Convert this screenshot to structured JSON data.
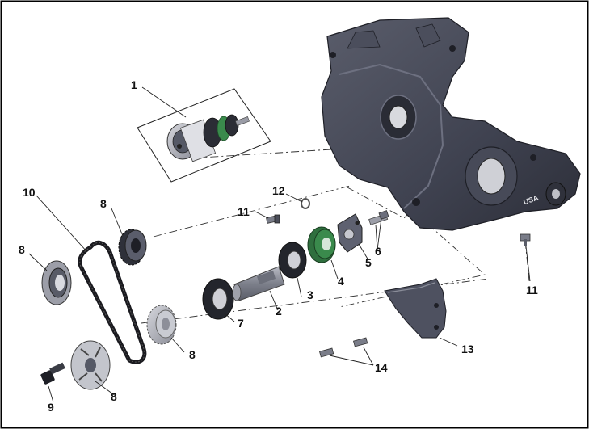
{
  "diagram": {
    "title": "",
    "callouts": [
      {
        "id": "c1",
        "text": "1"
      },
      {
        "id": "c10",
        "text": "10"
      },
      {
        "id": "c8a",
        "text": "8"
      },
      {
        "id": "c8b",
        "text": "8"
      },
      {
        "id": "c8c",
        "text": "8"
      },
      {
        "id": "c8d",
        "text": "8"
      },
      {
        "id": "c12",
        "text": "12"
      },
      {
        "id": "c11a",
        "text": "11"
      },
      {
        "id": "c11b",
        "text": "11"
      },
      {
        "id": "c6",
        "text": "6"
      },
      {
        "id": "c5",
        "text": "5"
      },
      {
        "id": "c4",
        "text": "4"
      },
      {
        "id": "c3",
        "text": "3"
      },
      {
        "id": "c2",
        "text": "2"
      },
      {
        "id": "c7",
        "text": "7"
      },
      {
        "id": "c9",
        "text": "9"
      },
      {
        "id": "c13",
        "text": "13"
      },
      {
        "id": "c14",
        "text": "14"
      }
    ],
    "stamp_text": "USA",
    "colors": {
      "part_dark": "#3f4250",
      "part_mid": "#6b6e7c",
      "part_light": "#a9abb5",
      "seal_green": "#3a8a4c",
      "line": "#222222",
      "frame": "#000000"
    }
  }
}
